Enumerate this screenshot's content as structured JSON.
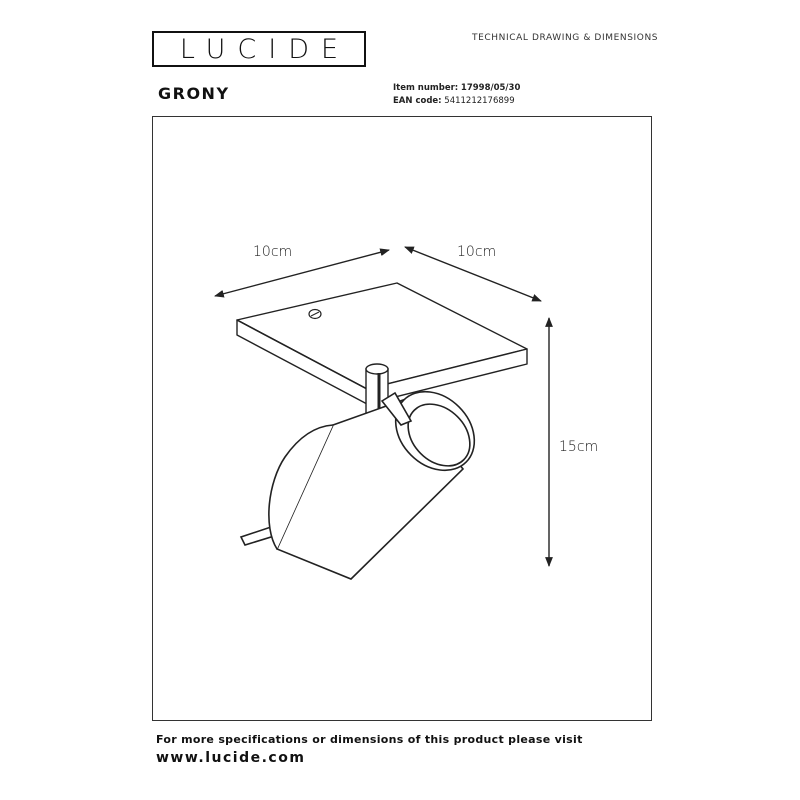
{
  "header": {
    "logo_text": "LUCIDE",
    "document_type": "TECHNICAL DRAWING & DIMENSIONS",
    "product_name": "GRONY",
    "item_number_label": "Item number:",
    "item_number": "17998/05/30",
    "ean_label": "EAN code:",
    "ean": "5411212176899"
  },
  "drawing": {
    "width_label": "10cm",
    "depth_label": "10cm",
    "height_label": "15cm"
  },
  "footer": {
    "note": "For more specifications or dimensions of this product please visit",
    "url": "www.lucide.com"
  }
}
